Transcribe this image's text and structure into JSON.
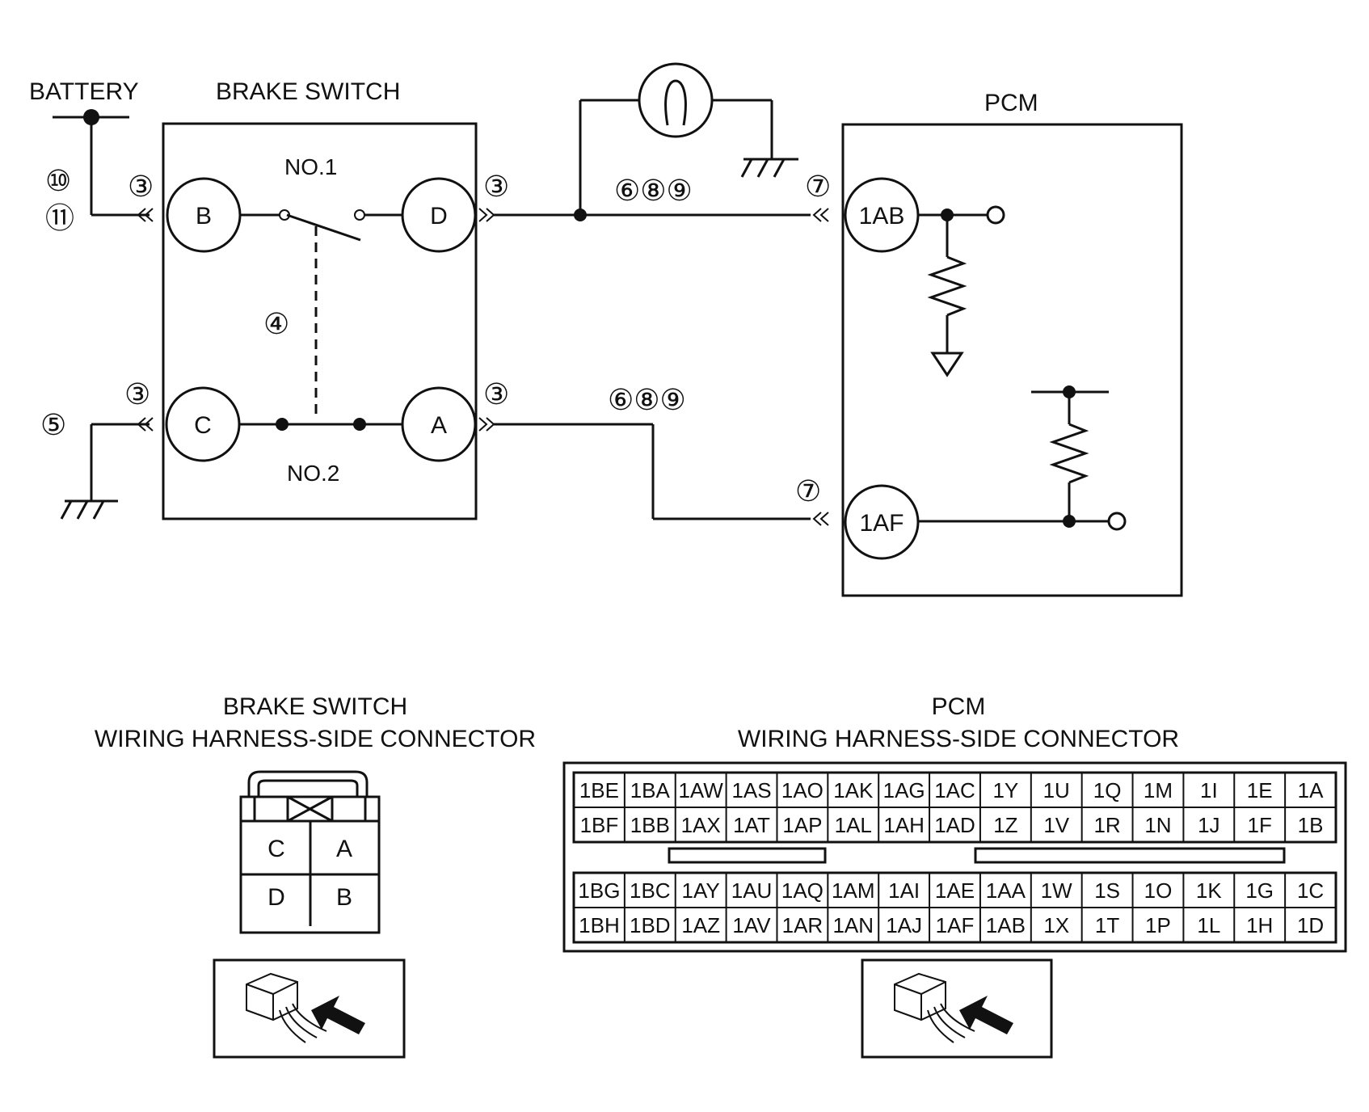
{
  "labels": {
    "battery": "BATTERY",
    "brake_switch": "BRAKE SWITCH",
    "pcm": "PCM",
    "no1": "NO.1",
    "no2": "NO.2",
    "bs_conn_title1": "BRAKE SWITCH",
    "bs_conn_title2": "WIRING HARNESS-SIDE CONNECTOR",
    "pcm_conn_title1": "PCM",
    "pcm_conn_title2": "WIRING HARNESS-SIDE CONNECTOR"
  },
  "terminals": {
    "b": "B",
    "d": "D",
    "c": "C",
    "a": "A",
    "ab": "1AB",
    "af": "1AF"
  },
  "refs": {
    "r10": "⑩",
    "r11": "⑪",
    "r3a": "③",
    "r3b": "③",
    "r3c": "③",
    "r3d": "③",
    "r4": "④",
    "r5": "⑤",
    "r7a": "⑦",
    "r7b": "⑦",
    "r689a": "⑥⑧⑨",
    "r689b": "⑥⑧⑨"
  },
  "bs_connector": {
    "c": "C",
    "a": "A",
    "d": "D",
    "b": "B"
  },
  "pcm_connector": {
    "rows": [
      [
        "1BE",
        "1BA",
        "1AW",
        "1AS",
        "1AO",
        "1AK",
        "1AG",
        "1AC",
        "1Y",
        "1U",
        "1Q",
        "1M",
        "1I",
        "1E",
        "1A"
      ],
      [
        "1BF",
        "1BB",
        "1AX",
        "1AT",
        "1AP",
        "1AL",
        "1AH",
        "1AD",
        "1Z",
        "1V",
        "1R",
        "1N",
        "1J",
        "1F",
        "1B"
      ],
      [
        "1BG",
        "1BC",
        "1AY",
        "1AU",
        "1AQ",
        "1AM",
        "1AI",
        "1AE",
        "1AA",
        "1W",
        "1S",
        "1O",
        "1K",
        "1G",
        "1C"
      ],
      [
        "1BH",
        "1BD",
        "1AZ",
        "1AV",
        "1AR",
        "1AN",
        "1AJ",
        "1AF",
        "1AB",
        "1X",
        "1T",
        "1P",
        "1L",
        "1H",
        "1D"
      ]
    ]
  }
}
